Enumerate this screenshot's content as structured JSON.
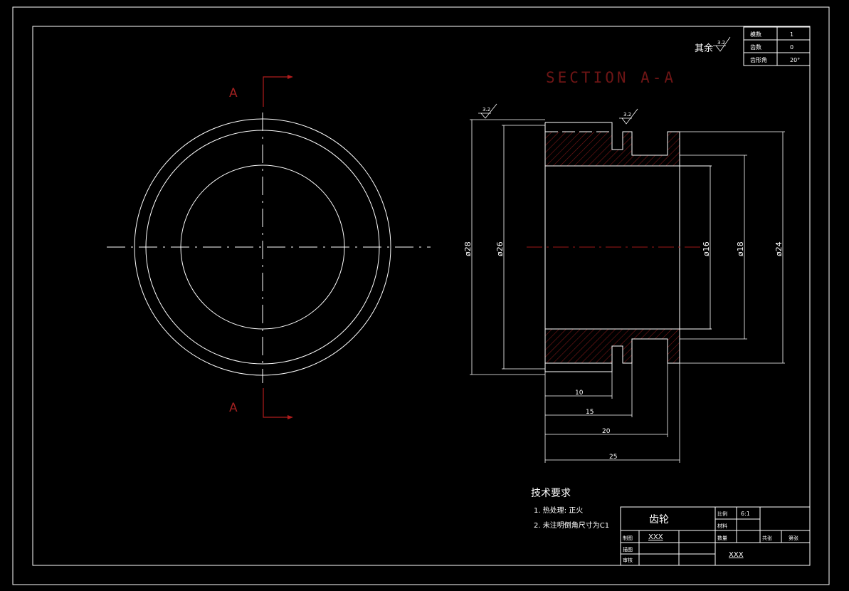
{
  "section": {
    "title": "SECTION A-A",
    "cut_label_top": "A",
    "cut_label_bottom": "A"
  },
  "roughness": {
    "other_text": "其余",
    "other_value": "3.2",
    "left_value": "3.2",
    "right_value": "3.2"
  },
  "dimensions": {
    "d28": "ø28",
    "d26": "ø26",
    "d16": "ø16",
    "d18": "ø18",
    "d24": "ø24",
    "len1": "10",
    "len2": "15",
    "len3": "20",
    "len4": "25"
  },
  "param_table": {
    "rows": [
      {
        "label": "模数",
        "value": "1"
      },
      {
        "label": "齿数",
        "value": "0"
      },
      {
        "label": "齿形角",
        "value": "20°"
      }
    ]
  },
  "tech_requirements": {
    "heading": "技术要求",
    "items": [
      "1. 热处理: 正火",
      "2. 未注明倒角尺寸为C1"
    ]
  },
  "title_block": {
    "part_name": "齿轮",
    "scale_label": "比例",
    "scale_value": "6:1",
    "material_label": "材料",
    "quantity_label": "数量",
    "sheet_label": "共张",
    "sheet_value": "第张",
    "designer_label": "制图",
    "designer_value": "XXX",
    "checker_label": "描图",
    "reviewer_label": "审核",
    "school_value": "XXX"
  },
  "colors": {
    "background": "#000000",
    "lines": "#ffffff",
    "section_accent": "#8b1a1a"
  }
}
